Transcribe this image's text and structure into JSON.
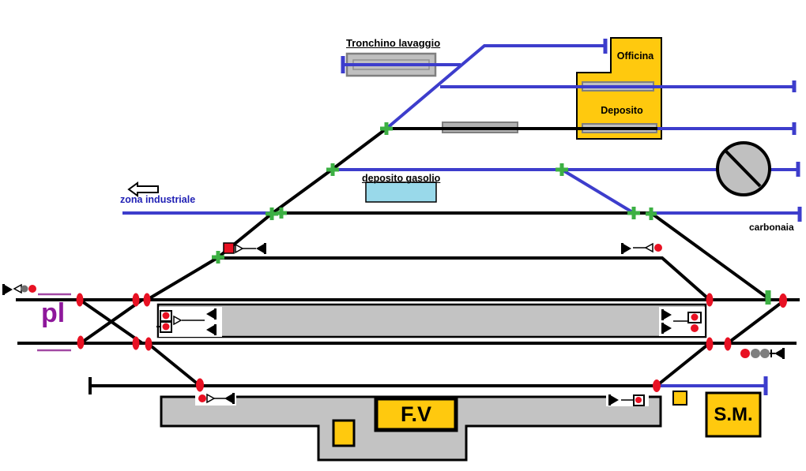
{
  "diagram": {
    "type": "railway-yard-schematic",
    "labels": {
      "wash_track": "Tronchino lavaggio",
      "workshop": "Officina",
      "depot": "Deposito",
      "fuel_depot": "deposito gasolio",
      "industrial_zone": "zona industriale",
      "coal_yard": "carbonaia",
      "passenger_building": "F.V",
      "station_master": "S.M.",
      "level_crossing": "pl"
    },
    "colors": {
      "siding_track_blue": "#3d3dcc",
      "main_track_black": "#000000",
      "junction_marker_green": "#3cb043",
      "junction_marker_red": "#e81123",
      "building_yellow": "#ffc90e",
      "platform_gray": "#c3c3c3",
      "fuel_depot_cyan": "#99d9ea",
      "level_crossing_purple": "#a349a4",
      "industrial_zone_text_blue": "#1f1fb4",
      "pl_text_purple": "#8e189b"
    },
    "icon_legend": {
      "turntable-icon": "locomotive turntable (circle with diagonal)",
      "buffer-stop-icon": "end-of-track bar",
      "signal-icon": "railway signal (light + pole + flag)",
      "junction-marker": "switch/point marker",
      "arrow-left-icon": "direction to industrial zone",
      "level-crossing-marker": "purple road dashes (pl)"
    }
  }
}
